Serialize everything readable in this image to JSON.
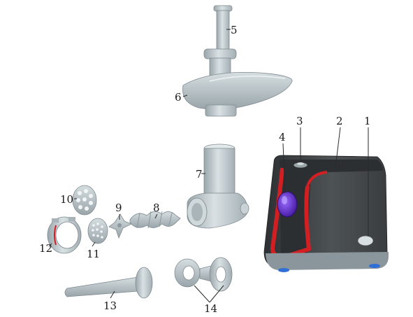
{
  "colors": {
    "part_fill": "#b9c4c8",
    "part_light": "#dfe6e8",
    "part_dark": "#8d999e",
    "body_dark": "#3f4244",
    "body_mid": "#555a5c",
    "accent_red": "#d21f23",
    "switch_purple": "#6e3bd0",
    "foot_blue": "#2f6fd6",
    "label": "#1a1a1a"
  },
  "callouts": [
    {
      "id": "1",
      "label": "1"
    },
    {
      "id": "2",
      "label": "2"
    },
    {
      "id": "3",
      "label": "3"
    },
    {
      "id": "4",
      "label": "4"
    },
    {
      "id": "5",
      "label": "5"
    },
    {
      "id": "6",
      "label": "6"
    },
    {
      "id": "7",
      "label": "7"
    },
    {
      "id": "8",
      "label": "8"
    },
    {
      "id": "9",
      "label": "9"
    },
    {
      "id": "10",
      "label": "10"
    },
    {
      "id": "11",
      "label": "11"
    },
    {
      "id": "12",
      "label": "12"
    },
    {
      "id": "13",
      "label": "13"
    },
    {
      "id": "14",
      "label": "14"
    }
  ]
}
